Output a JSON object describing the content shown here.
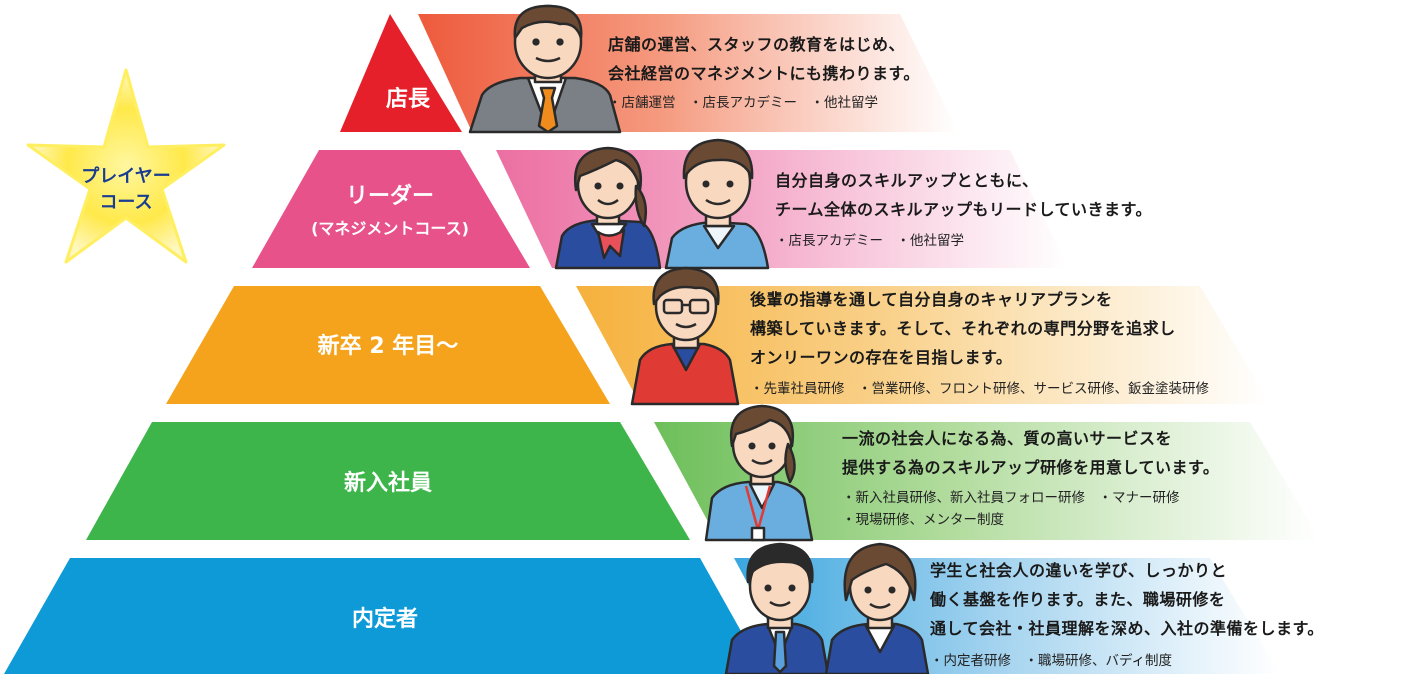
{
  "star": {
    "line1": "プレイヤー",
    "line2": "コース",
    "color": "#fff04a",
    "text_color": "#1a3d8f"
  },
  "tiers": [
    {
      "id": "manager",
      "title": "店長",
      "subtitle": "",
      "color": "#e6202a",
      "band_color": "#f07857",
      "description": [
        "店舗の運営、スタッフの教育をはじめ、",
        "会社経営のマネジメントにも携わります。"
      ],
      "programs": [
        "・店舗運営　・店長アカデミー　・他社留学"
      ]
    },
    {
      "id": "leader",
      "title": "リーダー",
      "subtitle": "(マネジメントコース)",
      "color": "#e8528a",
      "band_color": "#ef86b0",
      "description": [
        "自分自身のスキルアップとともに、",
        "チーム全体のスキルアップもリードしていきます。"
      ],
      "programs": [
        "・店長アカデミー　・他社留学"
      ]
    },
    {
      "id": "second-year",
      "title": "新卒 2 年目〜",
      "subtitle": "",
      "color": "#f5a31d",
      "band_color": "#f8c25c",
      "description": [
        "後輩の指導を通して自分自身のキャリアプランを",
        "構築していきます。そして、それぞれの専門分野を追求し",
        "オンリーワンの存在を目指します。"
      ],
      "programs": [
        "・先輩社員研修　・営業研修、フロント研修、サービス研修、鈑金塗装研修"
      ]
    },
    {
      "id": "new-hire",
      "title": "新入社員",
      "subtitle": "",
      "color": "#3db54a",
      "band_color": "#88cc74",
      "description": [
        "一流の社会人になる為、質の高いサービスを",
        "提供する為のスキルアップ研修を用意しています。"
      ],
      "programs": [
        "・新入社員研修、新入社員フォロー研修　・マナー研修",
        "・現場研修、メンター制度"
      ]
    },
    {
      "id": "prospective",
      "title": "内定者",
      "subtitle": "",
      "color": "#0d9ad7",
      "band_color": "#6cbde6",
      "description": [
        "学生と社会人の違いを学び、しっかりと",
        "働く基盤を作ります。また、職場研修を",
        "通して会社・社員理解を深め、入社の準備をします。"
      ],
      "programs": [
        "・内定者研修　・職場研修、バディ制度"
      ]
    }
  ]
}
